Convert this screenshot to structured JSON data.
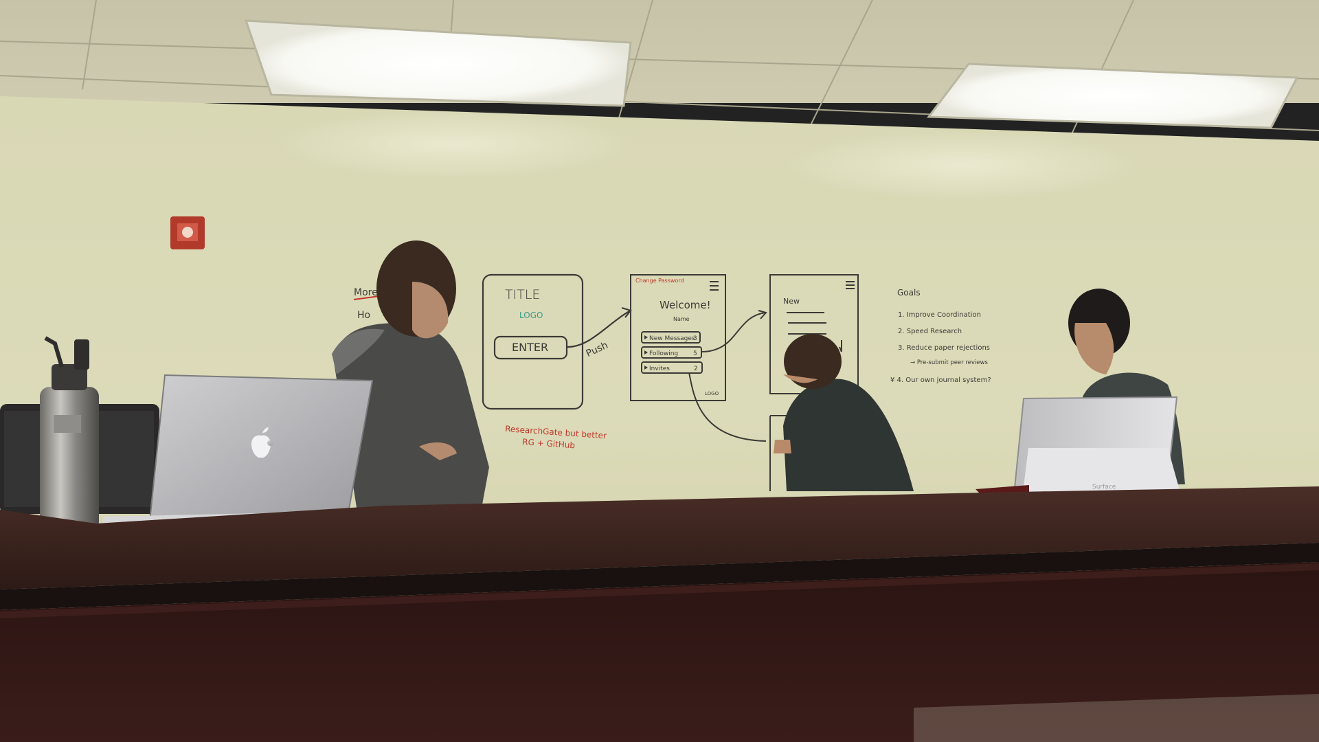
{
  "wireframe1": {
    "title": "TITLE",
    "logo": "LOGO",
    "button": "ENTER",
    "arrow_label": "Push"
  },
  "wireframe2": {
    "top_note": "Change Password",
    "heading": "Welcome!",
    "subheading": "Name",
    "rows": [
      {
        "label": "New Messages",
        "count": "3"
      },
      {
        "label": "Following",
        "count": "5"
      },
      {
        "label": "Invites",
        "count": "2"
      }
    ],
    "footer": "LOGO"
  },
  "wireframe3": {
    "heading": "New"
  },
  "red_notes": {
    "line1": "ResearchGate but better",
    "line2": "RG + GitHub"
  },
  "left_notes": {
    "line1": "More",
    "line2": "Ho"
  },
  "goals": {
    "title": "Goals",
    "items": [
      "1. Improve Coordination",
      "2. Speed Research",
      "3. Reduce paper rejections",
      "→ Pre-submit peer reviews",
      "¥ 4. Our own journal system?"
    ]
  },
  "surface_label": "Surface"
}
